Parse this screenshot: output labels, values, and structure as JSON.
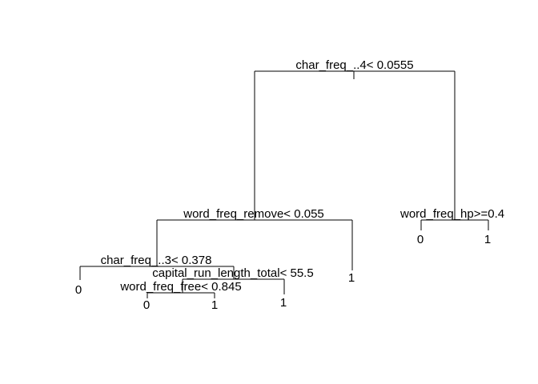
{
  "tree": {
    "nodes": [
      {
        "id": "root",
        "split": "char_freq_..4< 0.0555"
      },
      {
        "id": "n2",
        "split": "word_freq_remove< 0.055"
      },
      {
        "id": "n3",
        "split": "word_freq_hp>=0.4"
      },
      {
        "id": "n4",
        "split": "char_freq_..3< 0.378"
      },
      {
        "id": "n9",
        "split": "capital_run_length_total< 55.5"
      },
      {
        "id": "n18",
        "split": "word_freq_free< 0.845"
      }
    ],
    "leaves": [
      {
        "id": "leaf_n4_left",
        "value": "0"
      },
      {
        "id": "leaf_n18_left",
        "value": "0"
      },
      {
        "id": "leaf_n18_right",
        "value": "1"
      },
      {
        "id": "leaf_n9_right",
        "value": "1"
      },
      {
        "id": "leaf_n2_right",
        "value": "1"
      },
      {
        "id": "leaf_n3_left",
        "value": "0"
      },
      {
        "id": "leaf_n3_right",
        "value": "1"
      }
    ]
  }
}
